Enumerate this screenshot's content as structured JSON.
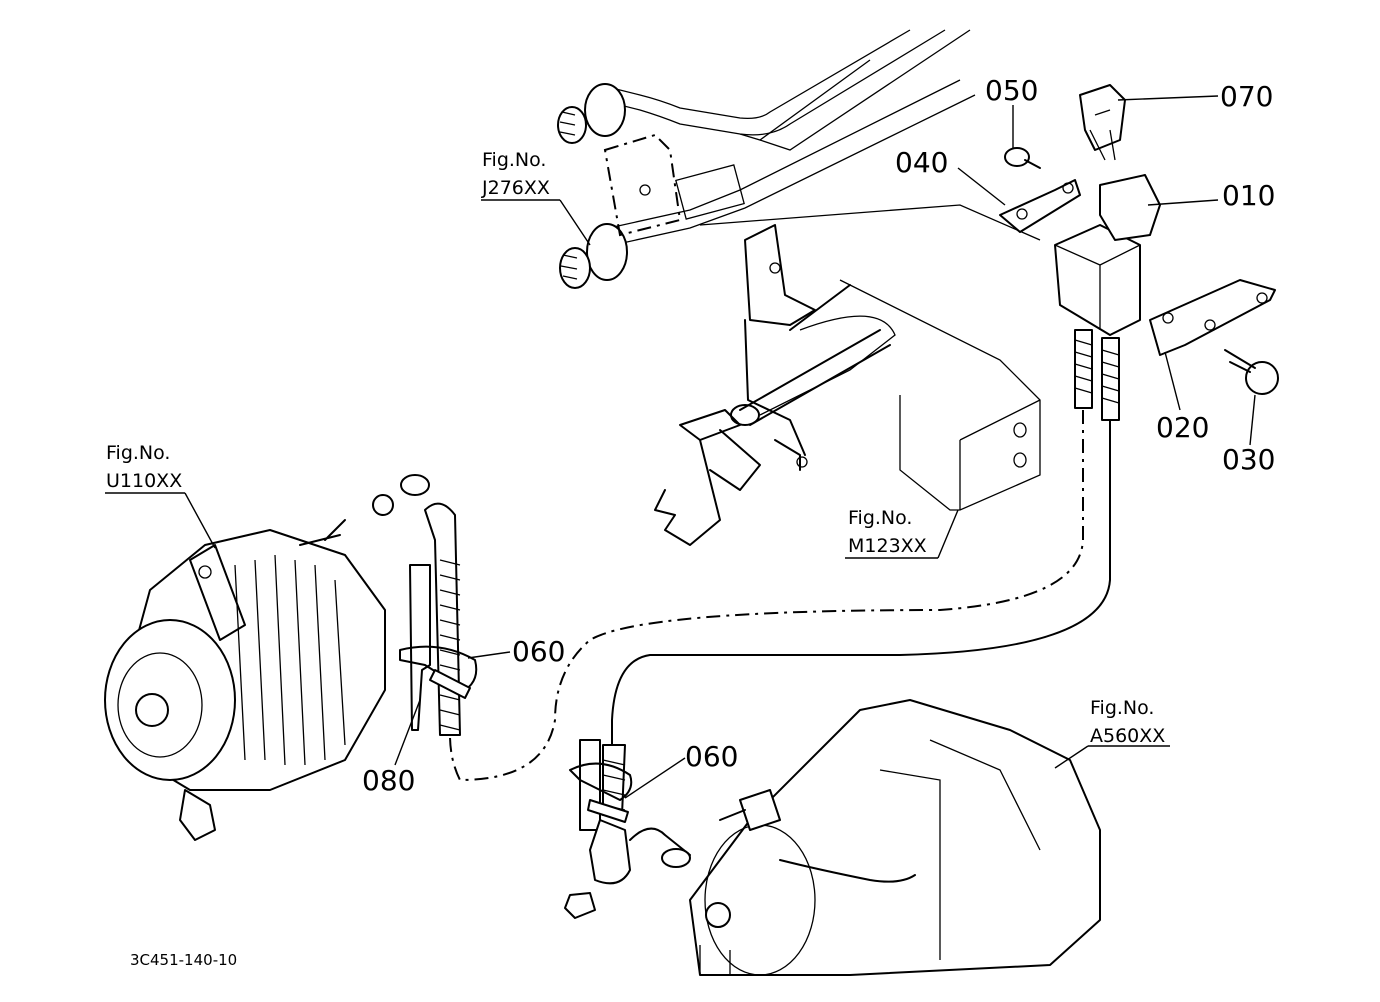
{
  "parts": [
    {
      "number": "010"
    },
    {
      "number": "020"
    },
    {
      "number": "030"
    },
    {
      "number": "040"
    },
    {
      "number": "050"
    },
    {
      "number": "060"
    },
    {
      "number": "060"
    },
    {
      "number": "070"
    },
    {
      "number": "080"
    }
  ],
  "figure_refs": [
    {
      "label": "Fig.No.",
      "code": "J276XX"
    },
    {
      "label": "Fig.No.",
      "code": "U110XX"
    },
    {
      "label": "Fig.No.",
      "code": "M123XX"
    },
    {
      "label": "Fig.No.",
      "code": "A560XX"
    }
  ],
  "drawing_code": "3C451-140-10"
}
